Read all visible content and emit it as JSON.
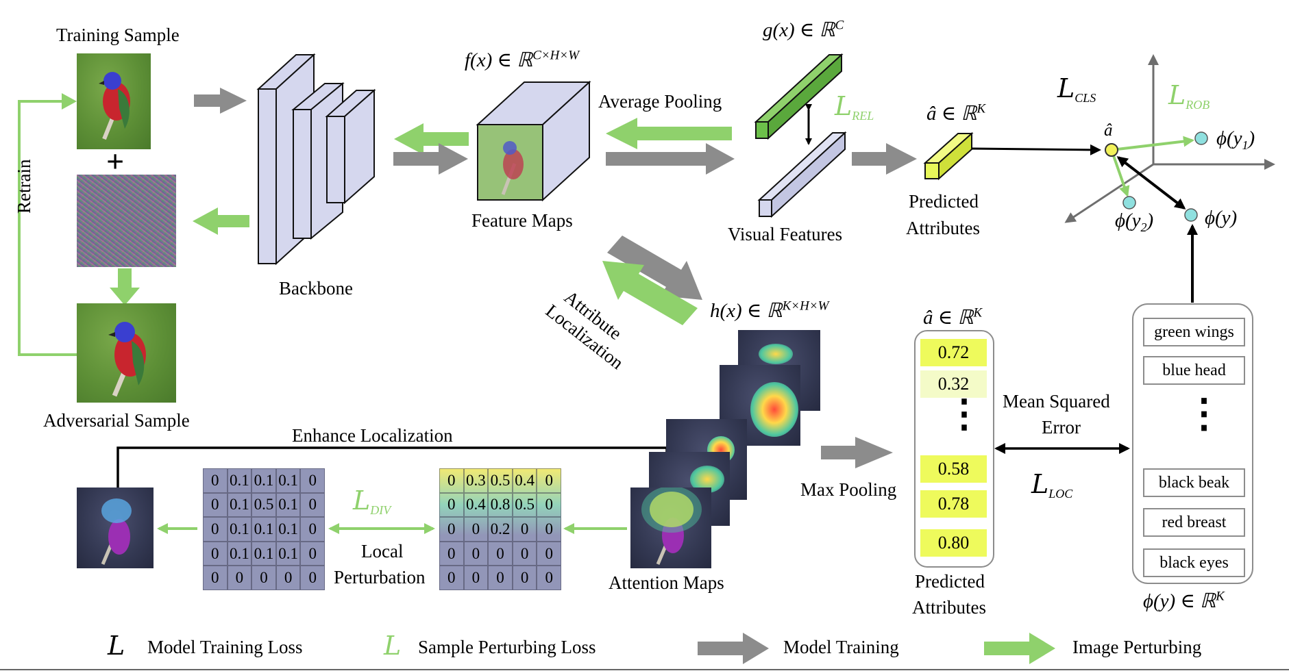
{
  "colors": {
    "model_training_arrow": "#8c8c8c",
    "perturb_arrow": "#8fd16c",
    "feature_box": "#d5d7ee",
    "rel_bar": "#6cc04a",
    "attr_bar": "#e8f75a",
    "prototype_point": "#8fe0df",
    "pred_point": "#f2f25a"
  },
  "labels": {
    "training_sample": "Training Sample",
    "adversarial_sample": "Adversarial Sample",
    "retrain": "Retrain",
    "backbone": "Backbone",
    "feature_maps": "Feature Maps",
    "average_pooling": "Average Pooling",
    "visual_features": "Visual Features",
    "predicted_attributes_top_l1": "Predicted",
    "predicted_attributes_top_l2": "Attributes",
    "attribute_localization_l1": "Attribute",
    "attribute_localization_l2": "Localization",
    "enhance_localization": "Enhance Localization",
    "local_perturbation_l1": "Local",
    "local_perturbation_l2": "Perturbation",
    "attention_maps": "Attention Maps",
    "max_pooling": "Max Pooling",
    "mean_squared_error_l1": "Mean Squared",
    "mean_squared_error_l2": "Error",
    "predicted_attributes_bottom_l1": "Predicted",
    "predicted_attributes_bottom_l2": "Attributes",
    "plus": "+",
    "dots": "⋮"
  },
  "math": {
    "f_x": "f(x) ∈ ℝ",
    "f_x_sup": "C×H×W",
    "g_x": "g(x) ∈ ℝ",
    "g_x_sup": "C",
    "h_x": "h(x) ∈ ℝ",
    "h_x_sup": "K×H×W",
    "a_hat_top": "â ∈ ℝ",
    "a_hat_top_sup": "K",
    "a_hat_mid": "â ∈ ℝ",
    "a_hat_mid_sup": "K",
    "a_hat_point": "â",
    "phi_y1": "ϕ(y",
    "phi_y1_sub": "1",
    "phi_y2": "ϕ(y",
    "phi_y2_sub": "2",
    "phi_y": "ϕ(y)",
    "phi_y_space": "ϕ(y) ∈ ℝ",
    "phi_y_space_sup": "K",
    "close_paren": ")"
  },
  "losses": {
    "cls": "L",
    "cls_sub": "CLS",
    "rob": "L",
    "rob_sub": "ROB",
    "rel": "L",
    "rel_sub": "REL",
    "div": "L",
    "div_sub": "DIV",
    "loc": "L",
    "loc_sub": "LOC"
  },
  "predicted_values": [
    "0.72",
    "0.32",
    "0.58",
    "0.78",
    "0.80"
  ],
  "attribute_names": [
    "green wings",
    "blue head",
    "black beak",
    "red breast",
    "black eyes"
  ],
  "grid_left": [
    [
      "0",
      "0.1",
      "0.1",
      "0.1",
      "0"
    ],
    [
      "0",
      "0.1",
      "0.5",
      "0.1",
      "0"
    ],
    [
      "0",
      "0.1",
      "0.1",
      "0.1",
      "0"
    ],
    [
      "0",
      "0.1",
      "0.1",
      "0.1",
      "0"
    ],
    [
      "0",
      "0",
      "0",
      "0",
      "0"
    ]
  ],
  "grid_right": [
    [
      "0",
      "0.3",
      "0.5",
      "0.4",
      "0"
    ],
    [
      "0",
      "0.4",
      "0.8",
      "0.5",
      "0"
    ],
    [
      "0",
      "0",
      "0.2",
      "0",
      "0"
    ],
    [
      "0",
      "0",
      "0",
      "0",
      "0"
    ],
    [
      "0",
      "0",
      "0",
      "0",
      "0"
    ]
  ],
  "legend": {
    "symbol": "L",
    "model_training_loss": "Model Training Loss",
    "sample_perturbing_loss": "Sample Perturbing Loss",
    "model_training": "Model Training",
    "image_perturbing": "Image Perturbing"
  }
}
